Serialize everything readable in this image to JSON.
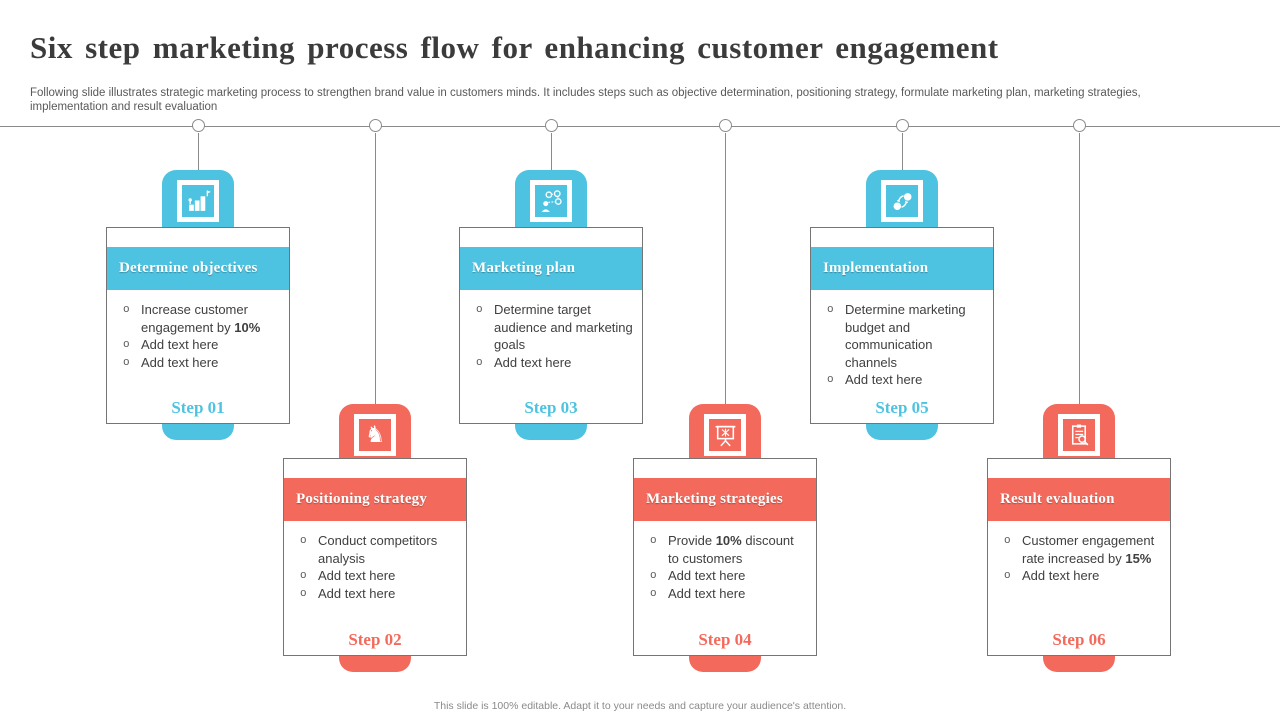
{
  "title": "Six step marketing process flow for enhancing customer engagement",
  "subtitle": "Following slide illustrates strategic marketing process to strengthen brand value in customers minds. It includes steps such as objective determination, positioning strategy, formulate marketing plan, marketing strategies, implementation and result evaluation",
  "footer": "This slide is 100% editable. Adapt it to your needs and capture your audience's attention.",
  "colors": {
    "cyan": "#4EC3E1",
    "coral": "#F3695B",
    "title_text": "#3B3B3B",
    "body_text": "#404040",
    "muted_text": "#595959",
    "line_gray": "#8A8A8A"
  },
  "steps": [
    {
      "step_label": "Step 01",
      "title": "Determine objectives",
      "color": "cyan",
      "icon": "growth-stairs-flag-icon",
      "bullets": [
        {
          "segments": [
            {
              "text": "Increase customer engagement by "
            },
            {
              "text": "10%",
              "bold": true
            }
          ]
        },
        {
          "segments": [
            {
              "text": "Add text here"
            }
          ]
        },
        {
          "segments": [
            {
              "text": "Add text here"
            }
          ]
        }
      ]
    },
    {
      "step_label": "Step 02",
      "title": "Positioning strategy",
      "color": "coral",
      "icon": "chess-knight-icon",
      "bullets": [
        {
          "segments": [
            {
              "text": "Conduct competitors analysis"
            }
          ]
        },
        {
          "segments": [
            {
              "text": "Add text here"
            }
          ]
        },
        {
          "segments": [
            {
              "text": "Add text here"
            }
          ]
        }
      ]
    },
    {
      "step_label": "Step 03",
      "title": "Marketing plan",
      "color": "cyan",
      "icon": "person-network-icon",
      "bullets": [
        {
          "segments": [
            {
              "text": "Determine target audience and marketing goals"
            }
          ]
        },
        {
          "segments": [
            {
              "text": "Add text here"
            }
          ]
        }
      ]
    },
    {
      "step_label": "Step 04",
      "title": "Marketing strategies",
      "color": "coral",
      "icon": "presentation-board-icon",
      "bullets": [
        {
          "segments": [
            {
              "text": "Provide "
            },
            {
              "text": "10%",
              "bold": true
            },
            {
              "text": " discount to customers"
            }
          ]
        },
        {
          "segments": [
            {
              "text": "Add text here"
            }
          ]
        },
        {
          "segments": [
            {
              "text": "Add text here"
            }
          ]
        }
      ]
    },
    {
      "step_label": "Step 05",
      "title": "Implementation",
      "color": "cyan",
      "icon": "share-nodes-icon",
      "bullets": [
        {
          "segments": [
            {
              "text": "Determine marketing budget and communication channels"
            }
          ]
        },
        {
          "segments": [
            {
              "text": "Add text here"
            }
          ]
        }
      ]
    },
    {
      "step_label": "Step 06",
      "title": "Result evaluation",
      "color": "coral",
      "icon": "clipboard-magnifier-icon",
      "bullets": [
        {
          "segments": [
            {
              "text": "Customer engagement rate increased by "
            },
            {
              "text": "15%",
              "bold": true
            }
          ]
        },
        {
          "segments": [
            {
              "text": "Add text here"
            }
          ]
        }
      ]
    }
  ]
}
